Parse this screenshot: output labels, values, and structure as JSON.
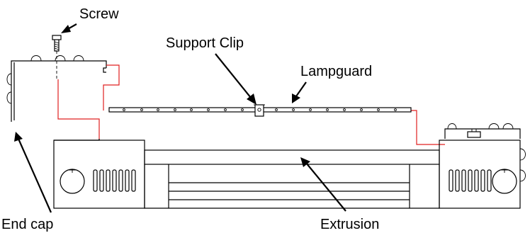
{
  "labels": {
    "screw": "Screw",
    "support_clip": "Support Clip",
    "lampguard": "Lampguard",
    "end_cap": "End cap",
    "extrusion": "Extrusion"
  },
  "colors": {
    "line": "#000000",
    "wire": "#e02020",
    "background": "#ffffff"
  }
}
